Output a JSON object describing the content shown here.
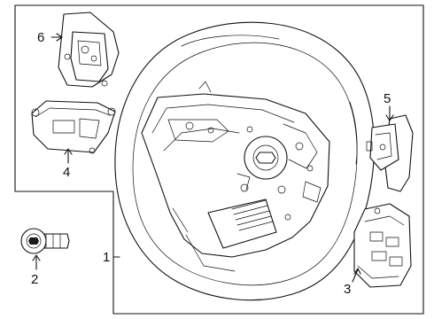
{
  "diagram": {
    "callouts": [
      {
        "id": "1",
        "label": "1"
      },
      {
        "id": "2",
        "label": "2"
      },
      {
        "id": "3",
        "label": "3"
      },
      {
        "id": "4",
        "label": "4"
      },
      {
        "id": "5",
        "label": "5"
      },
      {
        "id": "6",
        "label": "6"
      }
    ],
    "parts": [
      {
        "callout": "1",
        "part": "steering-wheel"
      },
      {
        "callout": "2",
        "part": "bolt"
      },
      {
        "callout": "3",
        "part": "switch-module-right-lower"
      },
      {
        "callout": "4",
        "part": "switch-module-left"
      },
      {
        "callout": "5",
        "part": "paddle-switch-right"
      },
      {
        "callout": "6",
        "part": "paddle-switch-left"
      }
    ]
  }
}
